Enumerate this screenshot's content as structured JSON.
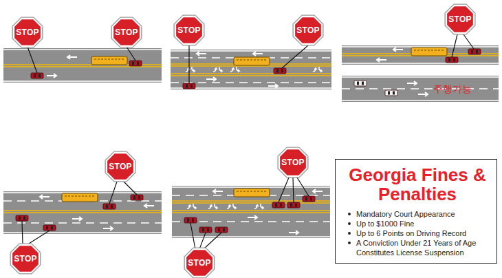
{
  "diagram": {
    "nodes": [
      {
        "text": [
          "STOP"
        ]
      },
      {
        "text": [
          "STOP"
        ]
      },
      {
        "text": [
          "STOP"
        ]
      },
      {
        "text": [
          "STOP"
        ]
      },
      {
        "text": [
          "STOP"
        ]
      },
      {
        "text": [
          "STOP"
        ]
      },
      {
        "text": [
          "STOP"
        ]
      },
      {
        "text": [
          "STOP"
        ]
      },
      {
        "text": [
          "STOP"
        ]
      },
      {
        "text": [
          "Georgia Fines & Penalties",
          "Mandatory Court Appearance",
          "Up to $1000 Fine",
          "Up to 6 Points on Driving Record",
          "A Conviction Under 21 Years of Age Constitutes License Suspension"
        ]
      }
    ],
    "labels": [
      "주행가능"
    ]
  }
}
